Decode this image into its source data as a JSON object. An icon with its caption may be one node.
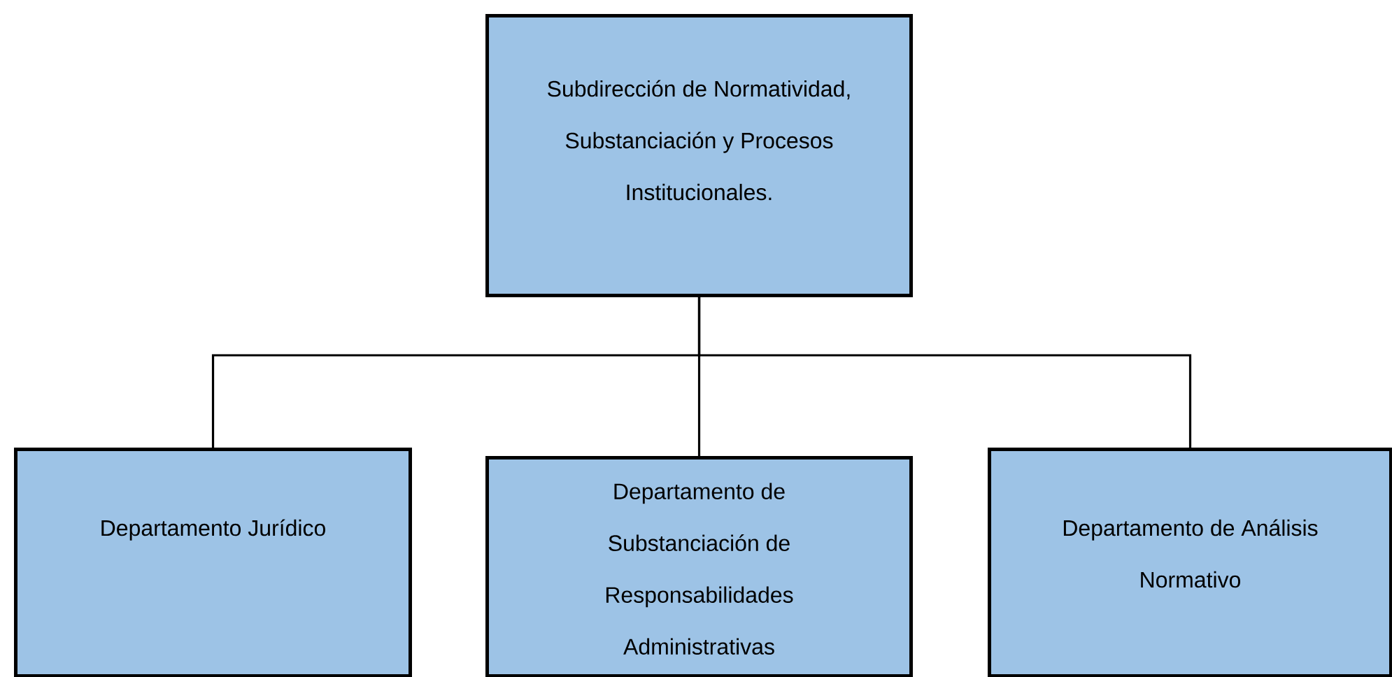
{
  "diagram": {
    "nodes": [
      {
        "text": [
          "Subdirección de Normatividad, Substanciación y Procesos Institucionales."
        ]
      },
      {
        "text": [
          "Departamento Jurídico"
        ]
      },
      {
        "text": [
          "Departamento de Substanciación de Responsabilidades Administrativas"
        ]
      },
      {
        "text": [
          "Departamento de Análisis Normativo"
        ]
      }
    ],
    "edges": [
      {
        "from": 0,
        "to": 1,
        "arrow": "none"
      },
      {
        "from": 0,
        "to": 2,
        "arrow": "none"
      },
      {
        "from": 0,
        "to": 3,
        "arrow": "none"
      }
    ]
  }
}
